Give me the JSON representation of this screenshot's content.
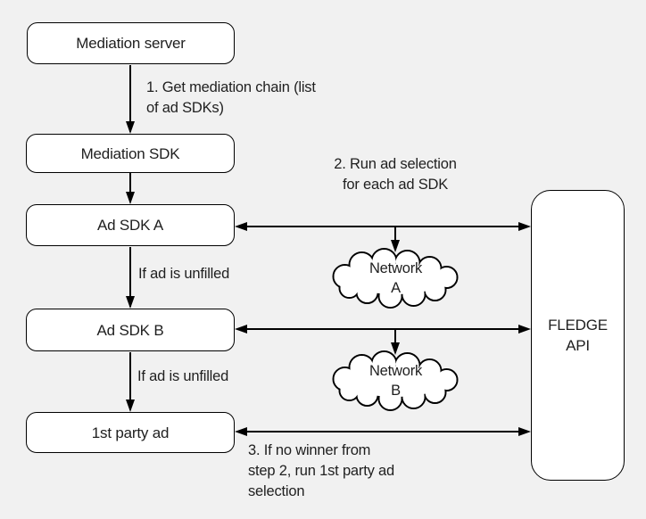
{
  "canvas": {
    "background": "#f1f1f1",
    "line_color": "#000000",
    "node_fill": "#ffffff",
    "text_color": "#1f1f1f"
  },
  "nodes": {
    "mediation_server": {
      "label": "Mediation server"
    },
    "mediation_sdk": {
      "label": "Mediation SDK"
    },
    "ad_sdk_a": {
      "label": "Ad SDK A"
    },
    "ad_sdk_b": {
      "label": "Ad SDK B"
    },
    "first_party_ad": {
      "label": "1st party ad"
    },
    "fledge_api": {
      "label": "FLEDGE\nAPI"
    },
    "network_a": {
      "label": "Network\nA"
    },
    "network_b": {
      "label": "Network\nB"
    }
  },
  "annotations": {
    "step1": "1. Get mediation chain (list\nof ad SDKs)",
    "step2": "2. Run ad selection\nfor each ad SDK",
    "unfilled_a": "If ad is unfilled",
    "unfilled_b": "If ad is unfilled",
    "step3": "3. If no winner from\nstep 2, run 1st party ad\nselection"
  }
}
